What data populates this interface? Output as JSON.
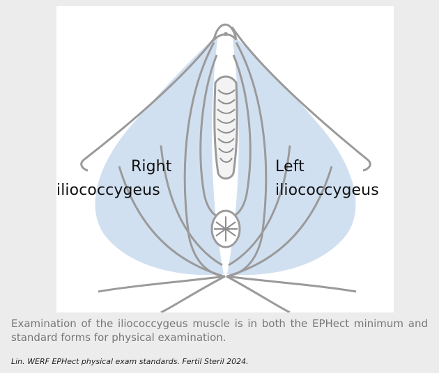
{
  "figure": {
    "labels": {
      "right_line1": "Right",
      "right_line2": "iliococcygeus",
      "left_line1": "Left",
      "left_line2": "iliococcygeus"
    },
    "colors": {
      "muscle_fill": "#c9daee",
      "outline": "#9a9a9a"
    }
  },
  "caption": "Examination of the iliococcygeus muscle is in both the EPHect minimum and standard forms for physical examination.",
  "citation": "Lin. WERF EPHect physical exam standards. Fertil Steril 2024."
}
